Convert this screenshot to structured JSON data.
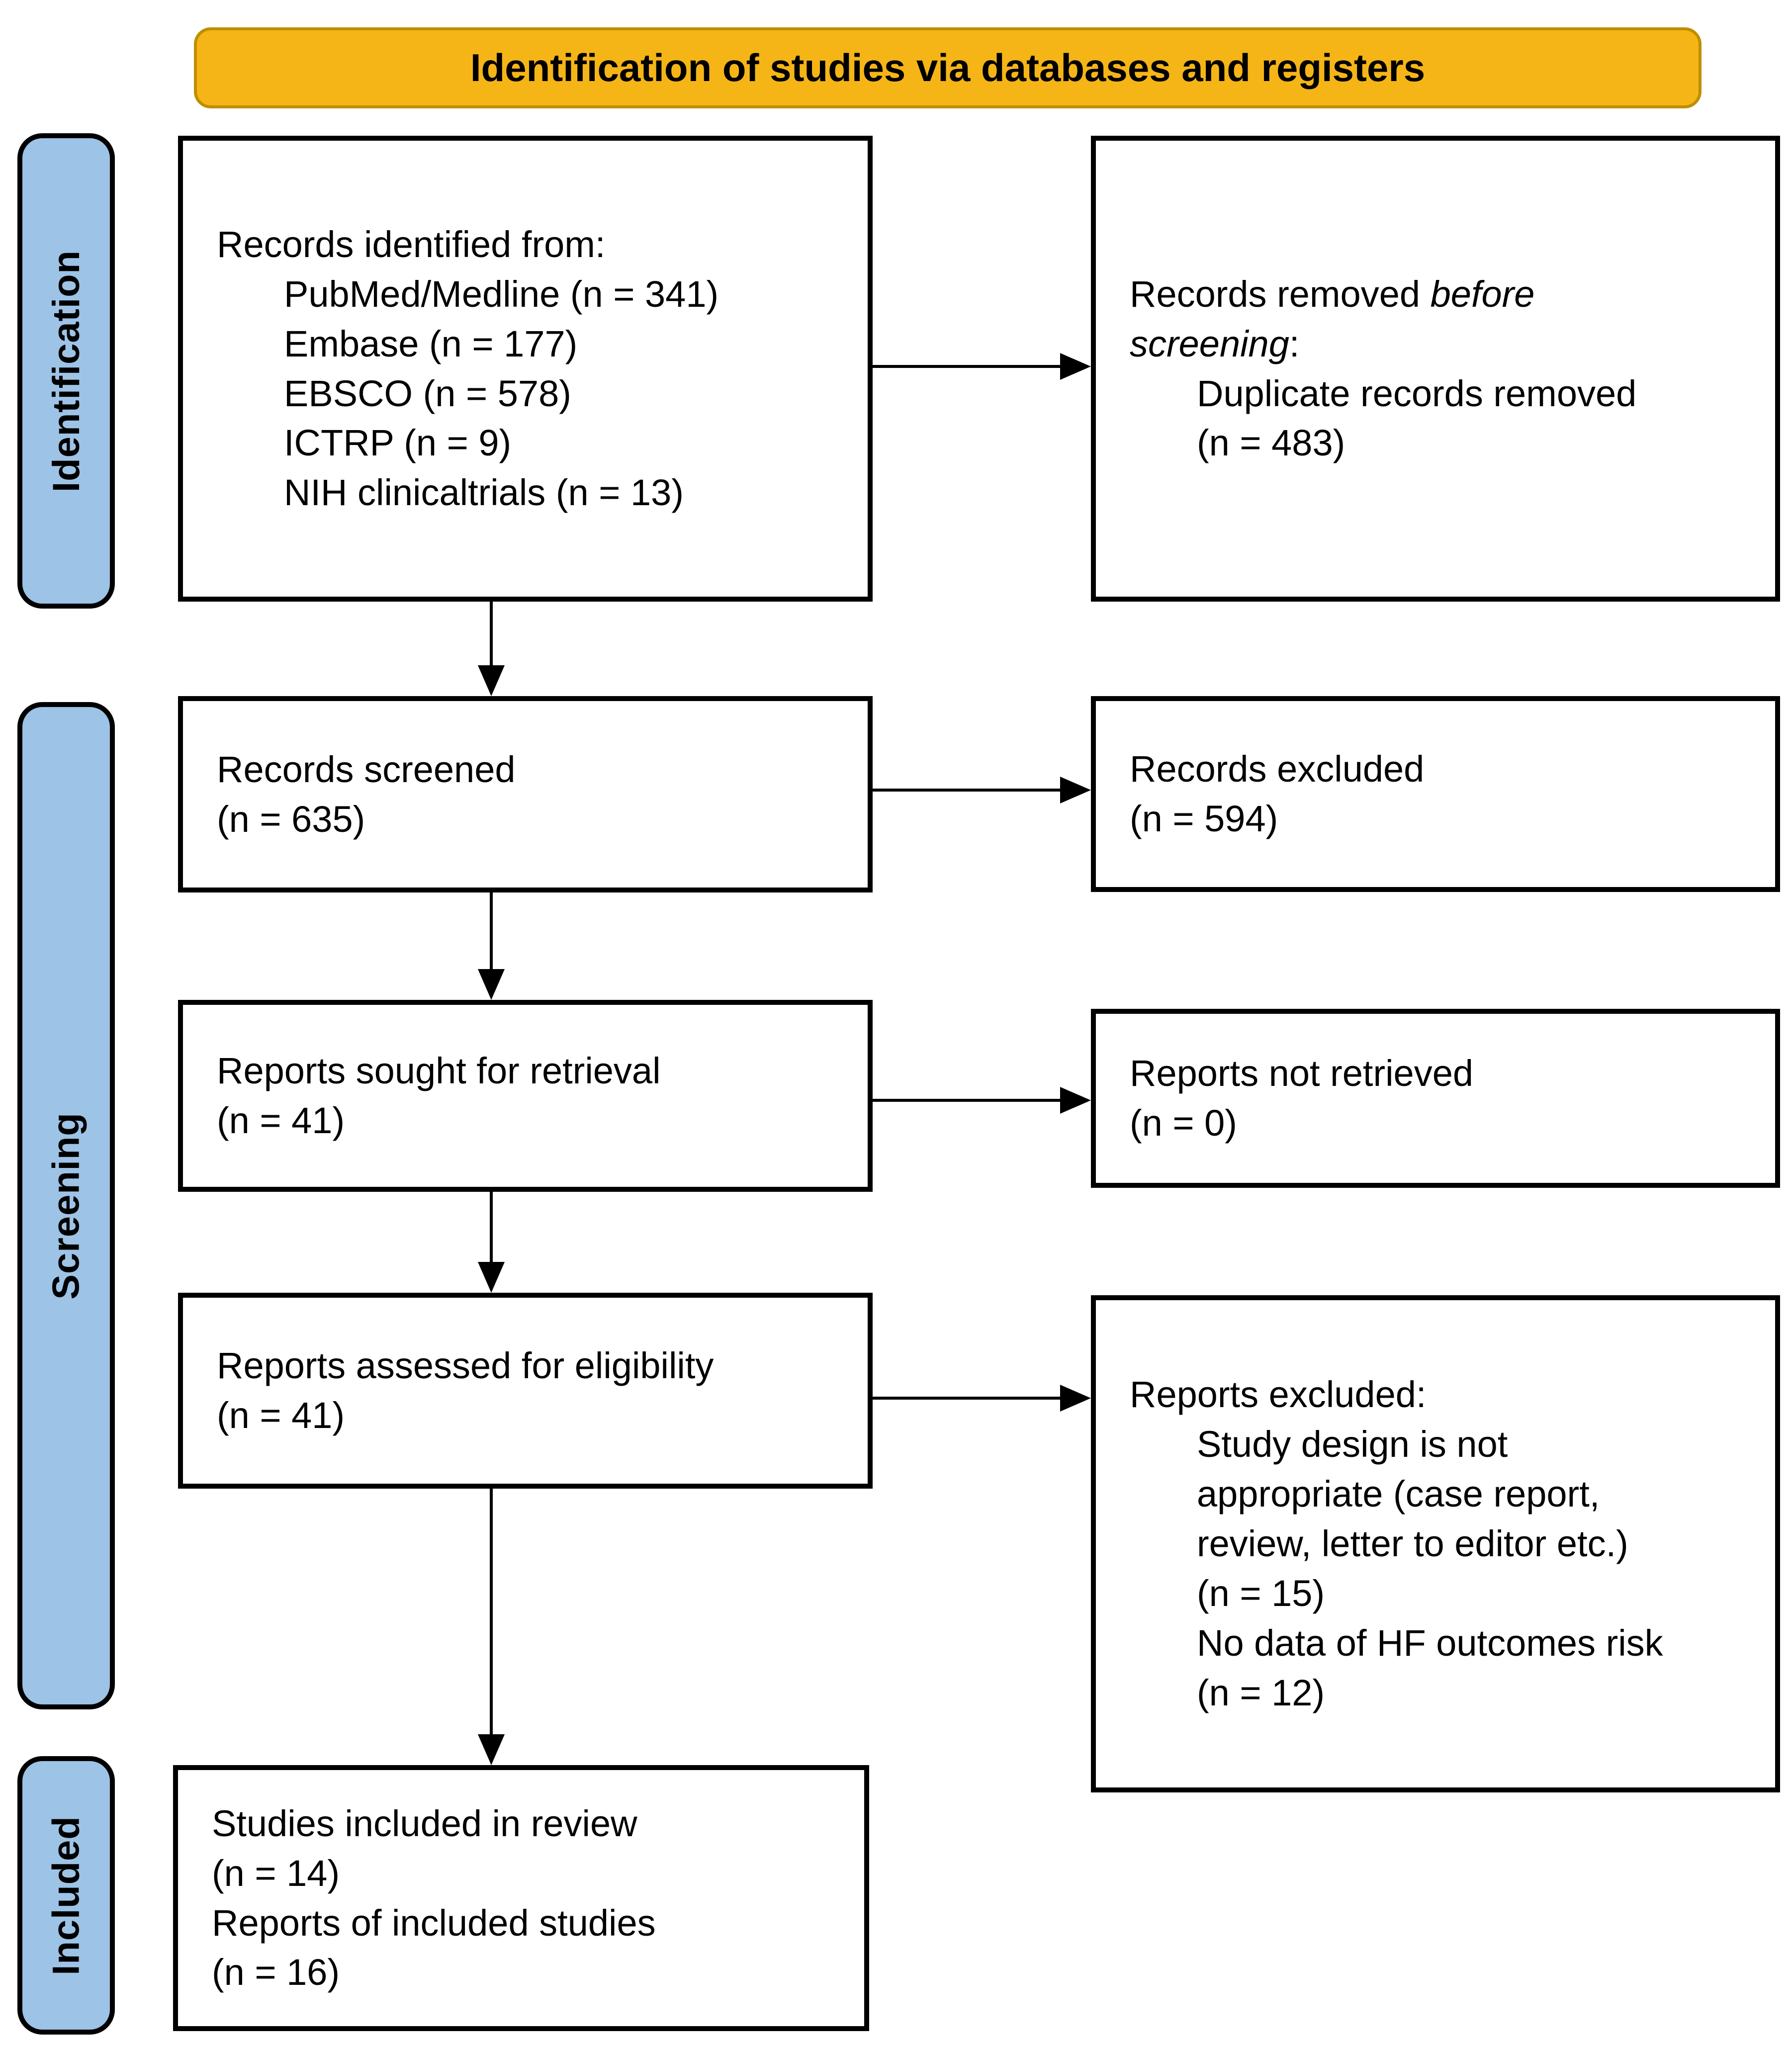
{
  "banner": {
    "title": "Identification of studies via databases and registers"
  },
  "colors": {
    "banner_bg": "#F5B517",
    "banner_border": "#BD8F00",
    "sidebar_bg": "#9DC3E6",
    "box_border": "#000000",
    "text": "#000000"
  },
  "sidebar": {
    "identification": "Identification",
    "screening": "Screening",
    "included": "Included"
  },
  "boxes": {
    "records_identified": {
      "lines": [
        {
          "segs": [
            {
              "t": "Records identified from:"
            }
          ]
        },
        {
          "indent": true,
          "segs": [
            {
              "t": "PubMed/Medline (n = 341)"
            }
          ]
        },
        {
          "indent": true,
          "segs": [
            {
              "t": "Embase (n = 177)"
            }
          ]
        },
        {
          "indent": true,
          "segs": [
            {
              "t": "EBSCO (n = 578)"
            }
          ]
        },
        {
          "indent": true,
          "segs": [
            {
              "t": "ICTRP (n = 9)"
            }
          ]
        },
        {
          "indent": true,
          "segs": [
            {
              "t": "NIH clinicaltrials (n = 13)"
            }
          ]
        }
      ]
    },
    "records_removed": {
      "lines": [
        {
          "segs": [
            {
              "t": "Records removed "
            },
            {
              "t": "before",
              "i": true
            }
          ]
        },
        {
          "segs": [
            {
              "t": "screening",
              "i": true
            },
            {
              "t": ":"
            }
          ]
        },
        {
          "indent": true,
          "segs": [
            {
              "t": "Duplicate records removed"
            }
          ]
        },
        {
          "indent": true,
          "segs": [
            {
              "t": "(n = 483)"
            }
          ]
        }
      ]
    },
    "records_screened": {
      "lines": [
        {
          "segs": [
            {
              "t": "Records screened"
            }
          ]
        },
        {
          "segs": [
            {
              "t": "(n = 635)"
            }
          ]
        }
      ]
    },
    "records_excluded": {
      "lines": [
        {
          "segs": [
            {
              "t": "Records excluded"
            }
          ]
        },
        {
          "segs": [
            {
              "t": "(n = 594)"
            }
          ]
        }
      ]
    },
    "reports_sought": {
      "lines": [
        {
          "segs": [
            {
              "t": "Reports sought for retrieval"
            }
          ]
        },
        {
          "segs": [
            {
              "t": "(n = 41)"
            }
          ]
        }
      ]
    },
    "reports_not_retrieved": {
      "lines": [
        {
          "segs": [
            {
              "t": "Reports not retrieved"
            }
          ]
        },
        {
          "segs": [
            {
              "t": "(n = 0)"
            }
          ]
        }
      ]
    },
    "reports_assessed": {
      "lines": [
        {
          "segs": [
            {
              "t": "Reports assessed for eligibility"
            }
          ]
        },
        {
          "segs": [
            {
              "t": "(n = 41)"
            }
          ]
        }
      ]
    },
    "reports_excluded": {
      "lines": [
        {
          "segs": [
            {
              "t": "Reports excluded:"
            }
          ]
        },
        {
          "indent": true,
          "segs": [
            {
              "t": "Study design is not"
            }
          ]
        },
        {
          "indent": true,
          "segs": [
            {
              "t": "appropriate (case report,"
            }
          ]
        },
        {
          "indent": true,
          "segs": [
            {
              "t": "review, letter to editor etc.)"
            }
          ]
        },
        {
          "indent": true,
          "segs": [
            {
              "t": "(n = 15)"
            }
          ]
        },
        {
          "indent": true,
          "segs": [
            {
              "t": "No data of HF outcomes risk"
            }
          ]
        },
        {
          "indent": true,
          "segs": [
            {
              "t": "(n = 12)"
            }
          ]
        }
      ]
    },
    "studies_included": {
      "lines": [
        {
          "segs": [
            {
              "t": "Studies included in review"
            }
          ]
        },
        {
          "segs": [
            {
              "t": "(n = 14)"
            }
          ]
        },
        {
          "segs": [
            {
              "t": "Reports of included studies"
            }
          ]
        },
        {
          "segs": [
            {
              "t": "(n = 16)"
            }
          ]
        }
      ]
    }
  }
}
